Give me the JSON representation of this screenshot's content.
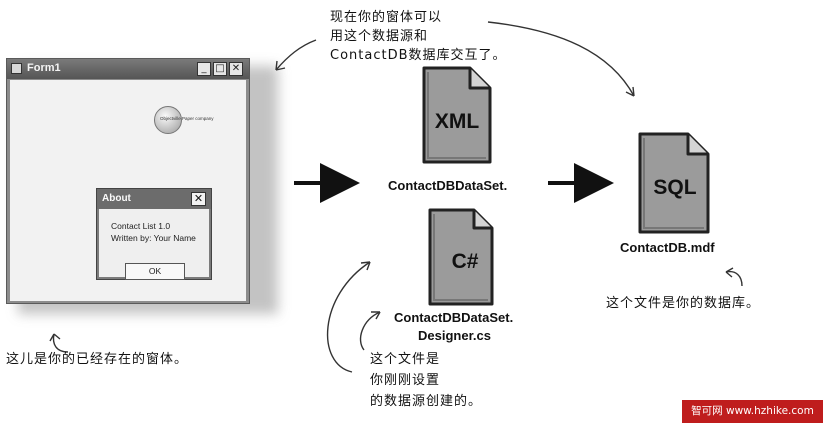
{
  "form1": {
    "title": "Form1",
    "minimize_glyph": "_",
    "maximize_glyph": "□",
    "close_glyph": "✕",
    "logo_text": "Objectville Paper company"
  },
  "about_dialog": {
    "title": "About",
    "close_glyph": "✕",
    "line1": "Contact List 1.0",
    "line2": "Written by:  Your Name",
    "ok_label": "OK"
  },
  "files": {
    "xml": {
      "icon_label": "XML",
      "name": "ContactDBDataSet."
    },
    "cs": {
      "icon_label": "C#",
      "name_line1": "ContactDBDataSet.",
      "name_line2": "Designer.cs"
    },
    "sql": {
      "icon_label": "SQL",
      "name": "ContactDB.mdf"
    }
  },
  "annotations": {
    "top_line1": "现在你的窗体可以",
    "top_line2": "用这个数据源和",
    "top_line3": "ContactDB数据库交互了。",
    "form_caption": "这儿是你的已经存在的窗体。",
    "designer_line1": "这个文件是",
    "designer_line2": "你刚刚设置",
    "designer_line3": "的数据源创建的。",
    "db_caption": "这个文件是你的数据库。"
  },
  "watermark": "智可网 www.hzhike.com",
  "colors": {
    "watermark_bg": "#bf1d1d",
    "file_gray": "#9b9b9b"
  }
}
